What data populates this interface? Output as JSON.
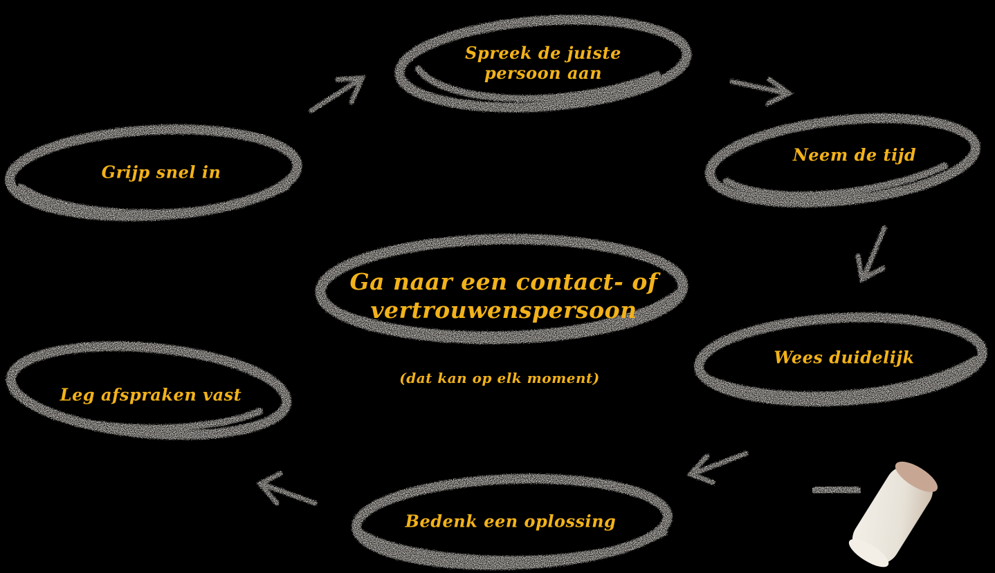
{
  "colors": {
    "background": "#000000",
    "text": "#f2b21a",
    "chalk": "#e6e2dc"
  },
  "center": {
    "line1": "Ga naar een contact- of",
    "line2": "vertrouwenspersoon",
    "note": "(dat kan op elk moment)"
  },
  "steps": [
    {
      "line1": "Spreek de juiste",
      "line2": "persoon aan"
    },
    {
      "label": "Neem de tijd"
    },
    {
      "label": "Wees duidelijk"
    },
    {
      "label": "Bedenk een oplossing"
    },
    {
      "label": "Leg afspraken vast"
    },
    {
      "label": "Grijp snel in"
    }
  ],
  "icons": {
    "arrows": "chalk-arrow-icon",
    "chalk": "chalk-stick-icon"
  }
}
